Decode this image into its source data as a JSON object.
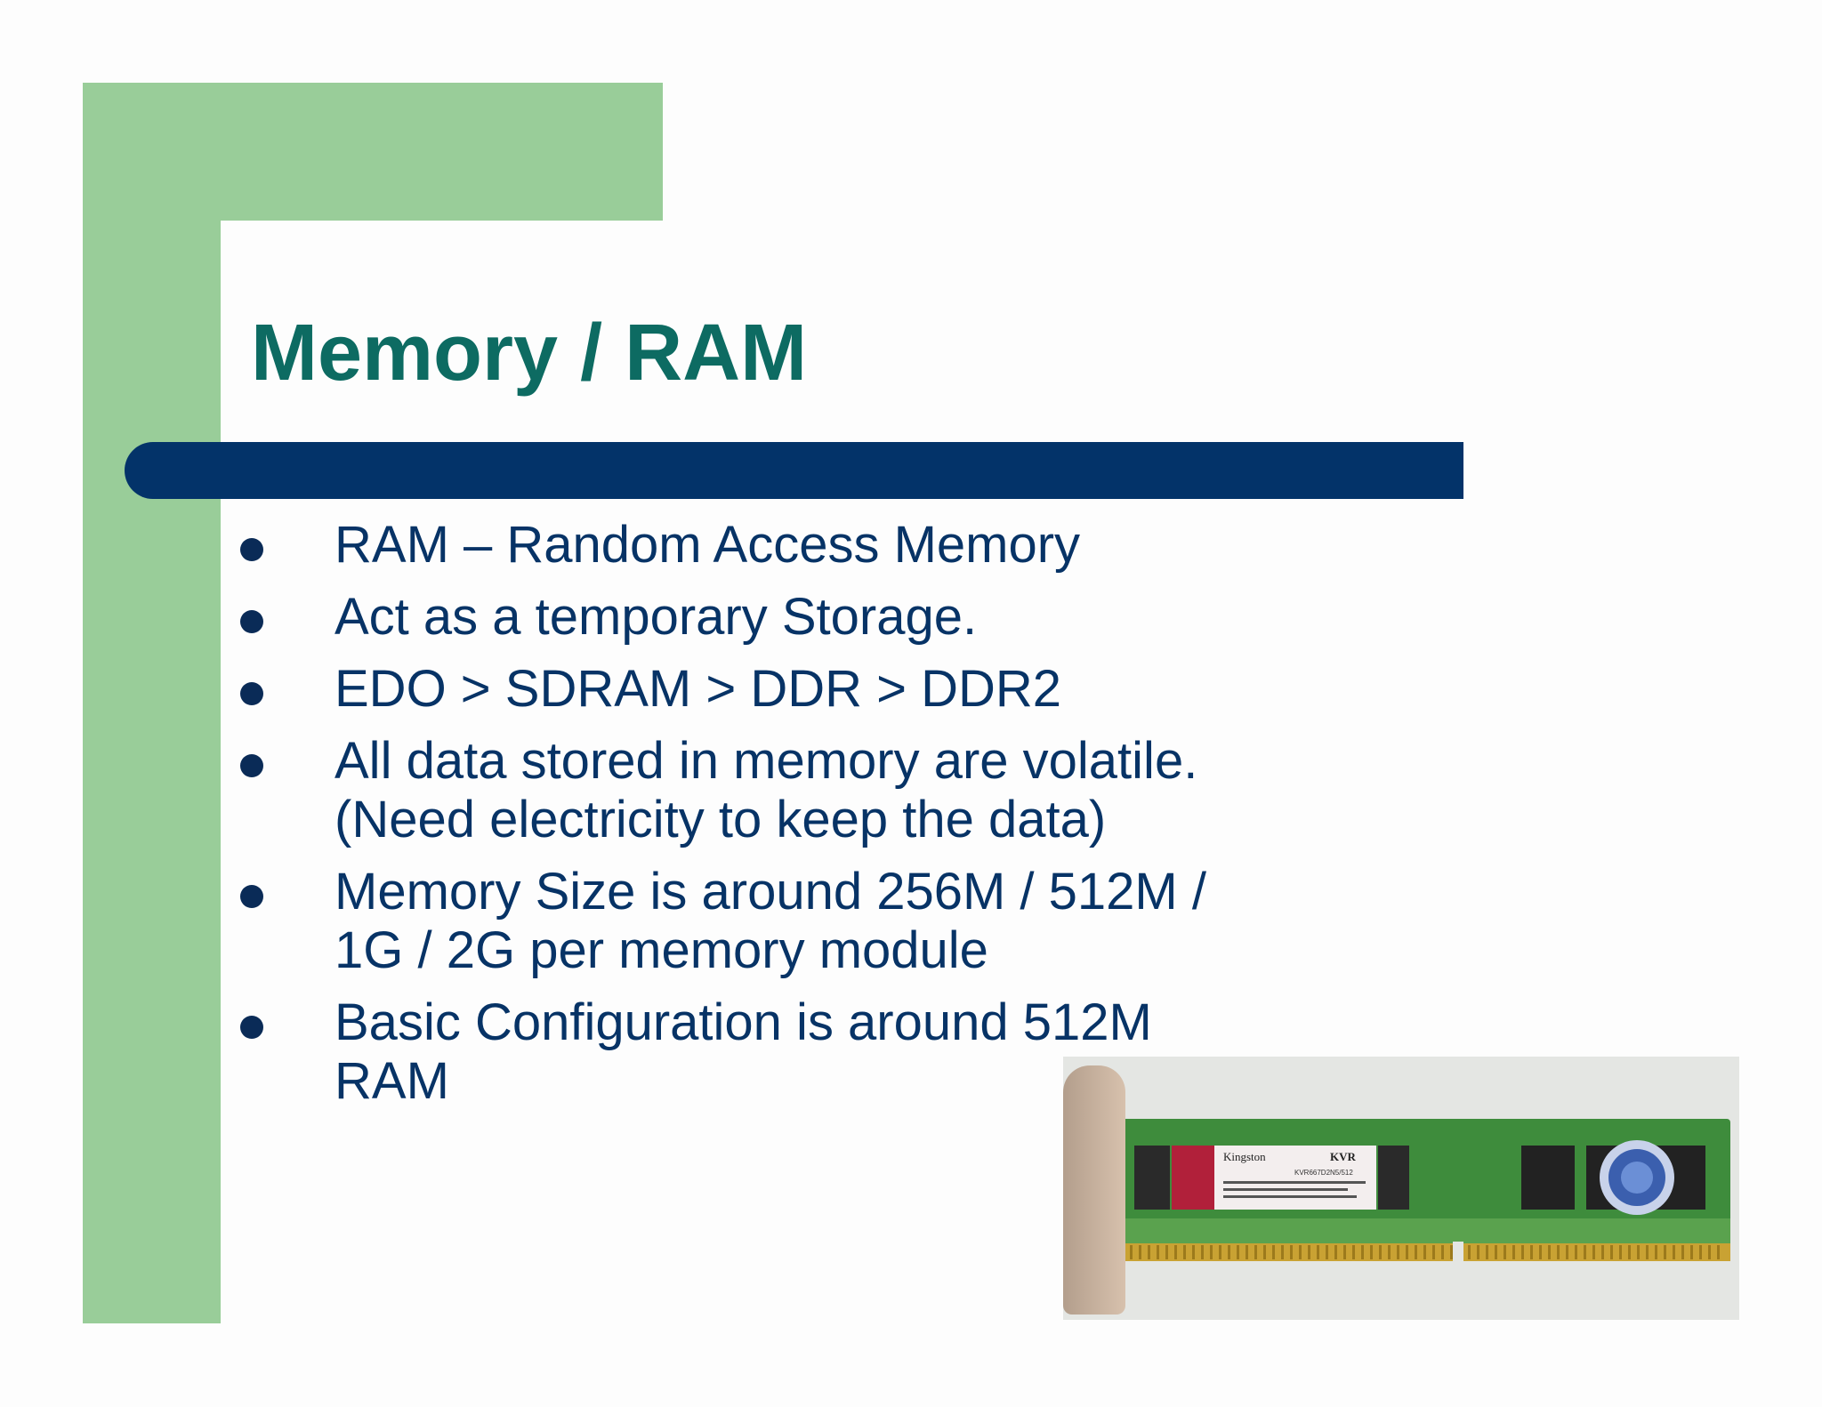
{
  "slide": {
    "title": "Memory / RAM",
    "bullets": [
      "RAM – Random Access Memory",
      "Act as a temporary Storage.",
      "EDO > SDRAM > DDR > DDR2",
      "All data stored in memory are volatile. (Need electricity to keep the data)",
      "Memory Size is around 256M / 512M / 1G / 2G per memory module",
      "Basic Configuration is around 512M RAM"
    ]
  },
  "photo": {
    "label_brand": "Kingston",
    "label_model": "KVR",
    "label_part": "KVR667D2N5/512"
  },
  "colors": {
    "accent_green": "#99cd99",
    "title_teal": "#0d6b62",
    "bar_navy": "#033369",
    "text_navy": "#073366",
    "pcb_green": "#3e8c3c"
  }
}
